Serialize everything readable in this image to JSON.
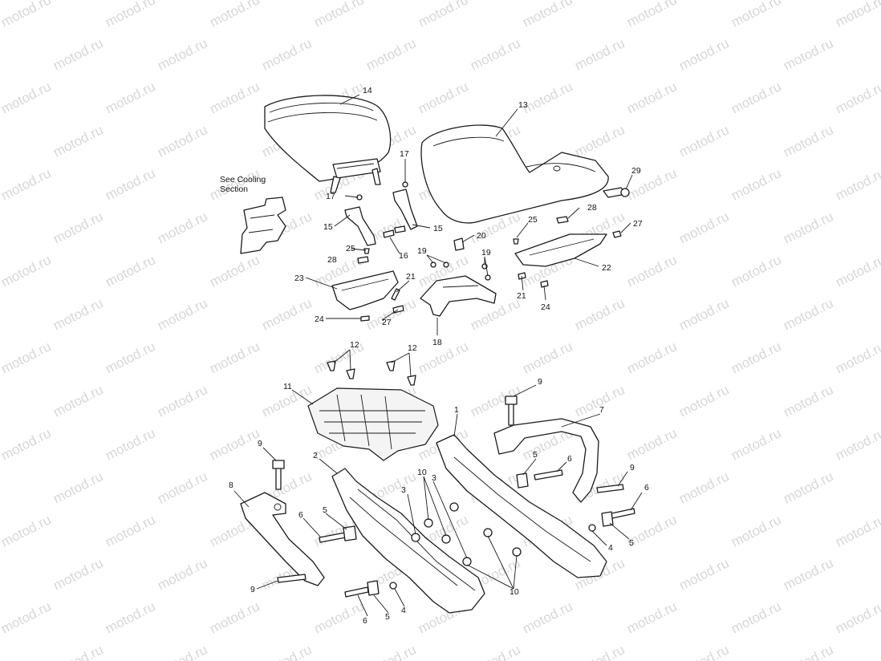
{
  "watermark": {
    "text": "motod.ru",
    "color": "#d7d7d7"
  },
  "note": {
    "line1": "See Cooling",
    "line2": "Section"
  },
  "callouts": {
    "c1": "1",
    "c2": "2",
    "c3a": "3",
    "c3b": "3",
    "c4a": "4",
    "c4b": "4",
    "c5a": "5",
    "c5b": "5",
    "c5c": "5",
    "c5d": "5",
    "c6a": "6",
    "c6b": "6",
    "c6c": "6",
    "c6d": "6",
    "c7": "7",
    "c8": "8",
    "c9a": "9",
    "c9b": "9",
    "c9c": "9",
    "c9d": "9",
    "c10a": "10",
    "c10b": "10",
    "c11": "11",
    "c12a": "12",
    "c12b": "12",
    "c13": "13",
    "c14": "14",
    "c15a": "15",
    "c15b": "15",
    "c16": "16",
    "c17a": "17",
    "c17b": "17",
    "c18": "18",
    "c19a": "19",
    "c19b": "19",
    "c20": "20",
    "c21a": "21",
    "c21b": "21",
    "c22": "22",
    "c23": "23",
    "c24a": "24",
    "c24b": "24",
    "c25a": "25",
    "c25b": "25",
    "c27a": "27",
    "c27b": "27",
    "c28a": "28",
    "c28b": "28",
    "c29": "29"
  }
}
